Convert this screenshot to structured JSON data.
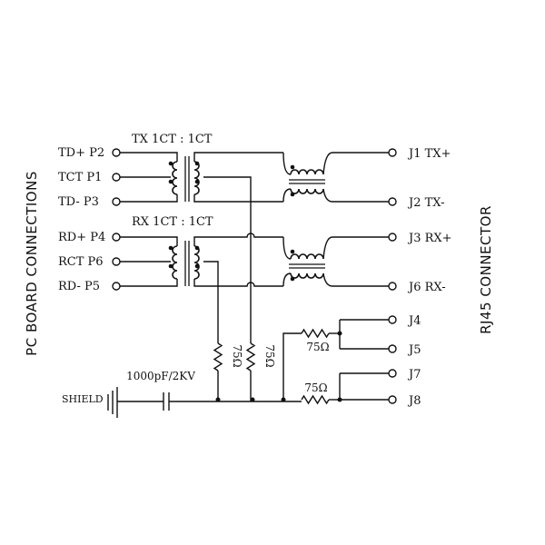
{
  "side_labels": {
    "left": "PC BOARD CONNECTIONS",
    "right": "RJ45 CONNECTOR"
  },
  "transformers": {
    "tx_ratio": "TX 1CT : 1CT",
    "rx_ratio": "RX 1CT : 1CT"
  },
  "pc_pins": {
    "td_plus": "TD+ P2",
    "tct": "TCT P1",
    "td_minus": "TD- P3",
    "rd_plus": "RD+ P4",
    "rct": "RCT P6",
    "rd_minus": "RD- P5"
  },
  "rj45_pins": {
    "j1": "J1 TX+",
    "j2": "J2 TX-",
    "j3": "J3 RX+",
    "j6": "J6 RX-",
    "j4": "J4",
    "j5": "J5",
    "j7": "J7",
    "j8": "J8"
  },
  "components": {
    "r1": "75Ω",
    "r2": "75Ω",
    "r3": "75Ω",
    "r4": "75Ω",
    "capacitor": "1000pF/2KV",
    "shield": "SHIELD"
  }
}
